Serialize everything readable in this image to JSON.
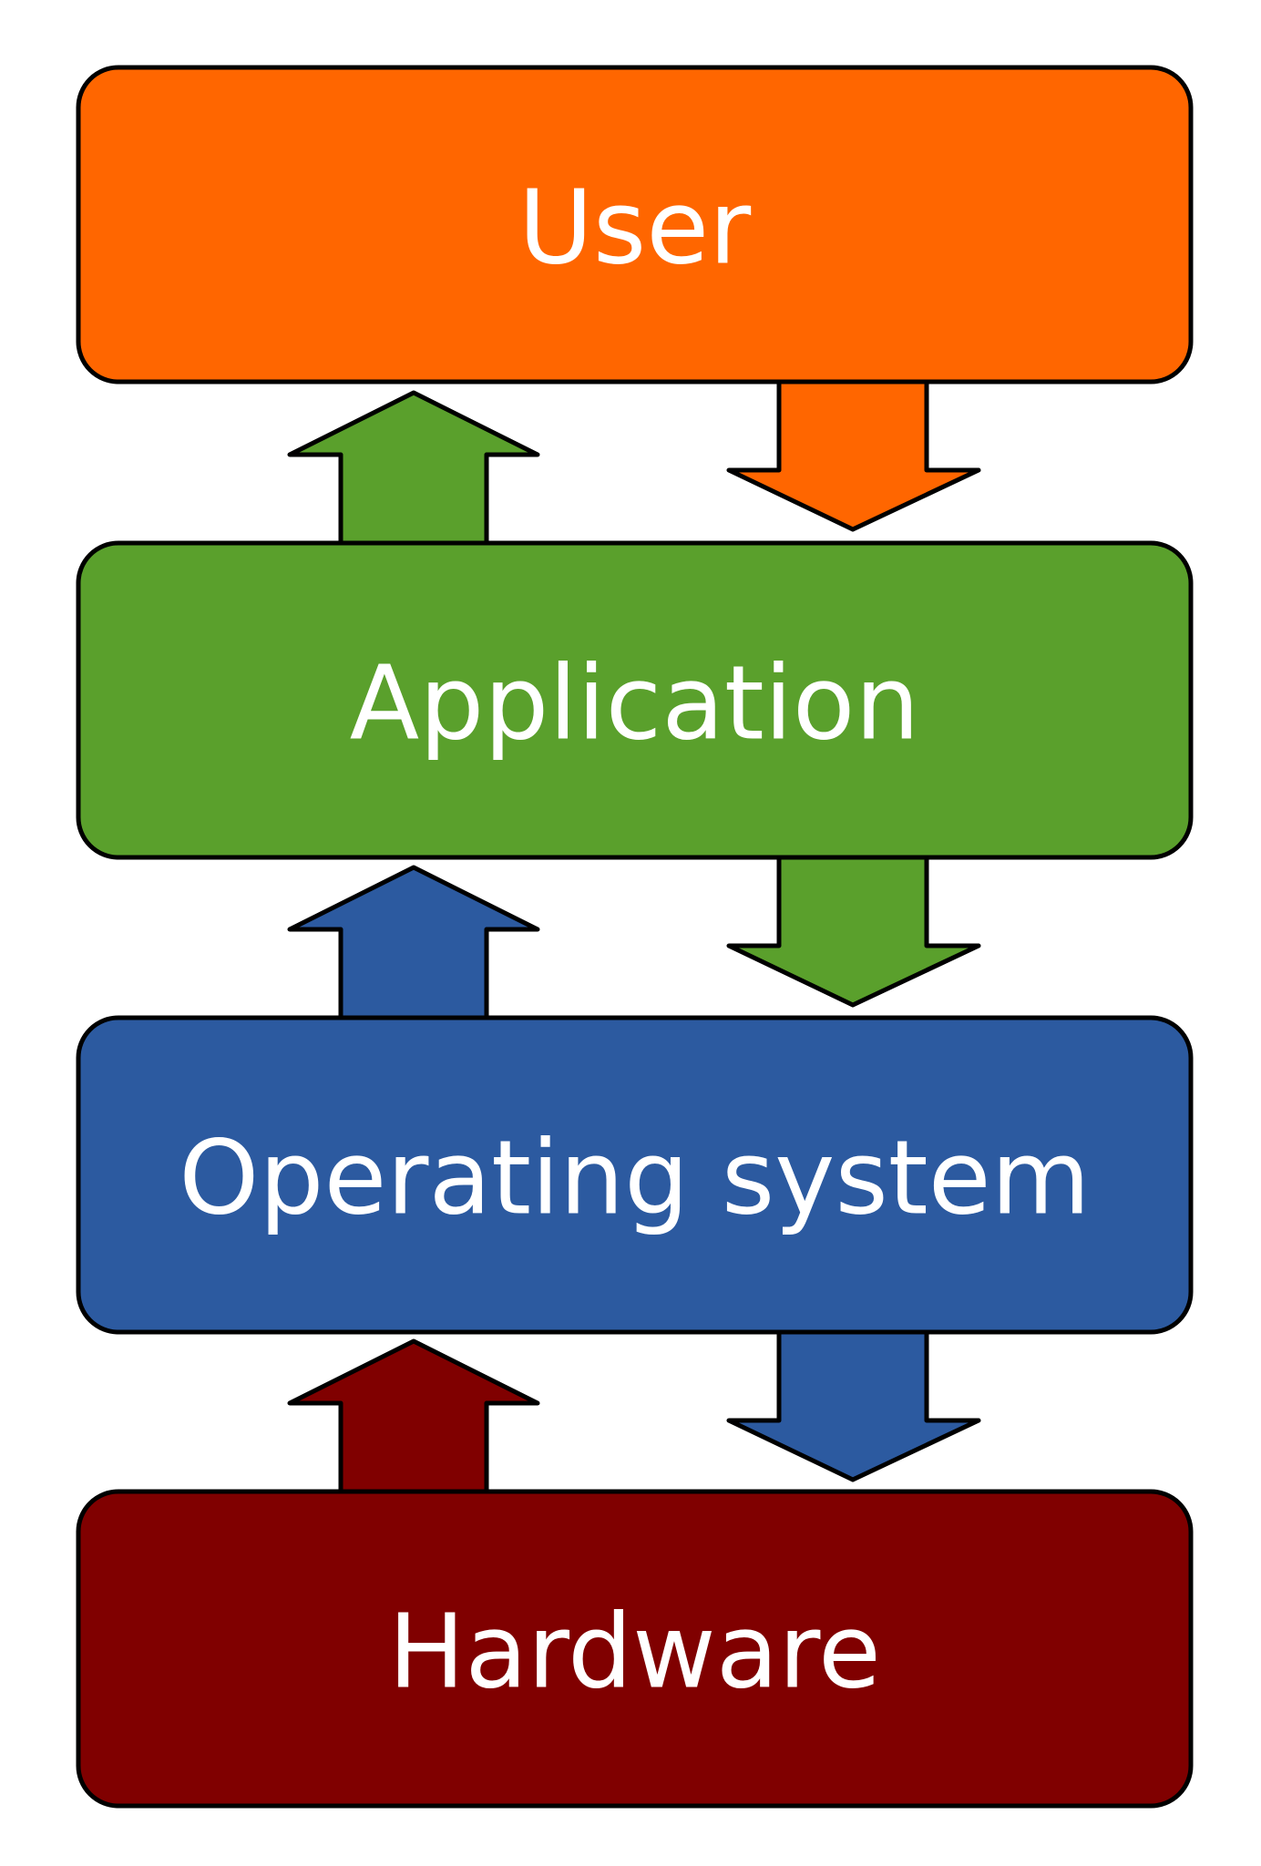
{
  "layers": [
    {
      "id": "user",
      "label": "User",
      "color": "#ff6600"
    },
    {
      "id": "application",
      "label": "Application",
      "color": "#5aa02c"
    },
    {
      "id": "operating-system",
      "label": "Operating system",
      "color": "#2c5aa0"
    },
    {
      "id": "hardware",
      "label": "Hardware",
      "color": "#800000"
    }
  ],
  "connections": [
    {
      "from": "user",
      "to": "application",
      "direction": "down"
    },
    {
      "from": "application",
      "to": "user",
      "direction": "up"
    },
    {
      "from": "application",
      "to": "operating-system",
      "direction": "down"
    },
    {
      "from": "operating-system",
      "to": "application",
      "direction": "up"
    },
    {
      "from": "operating-system",
      "to": "hardware",
      "direction": "down"
    },
    {
      "from": "hardware",
      "to": "operating-system",
      "direction": "up"
    }
  ]
}
